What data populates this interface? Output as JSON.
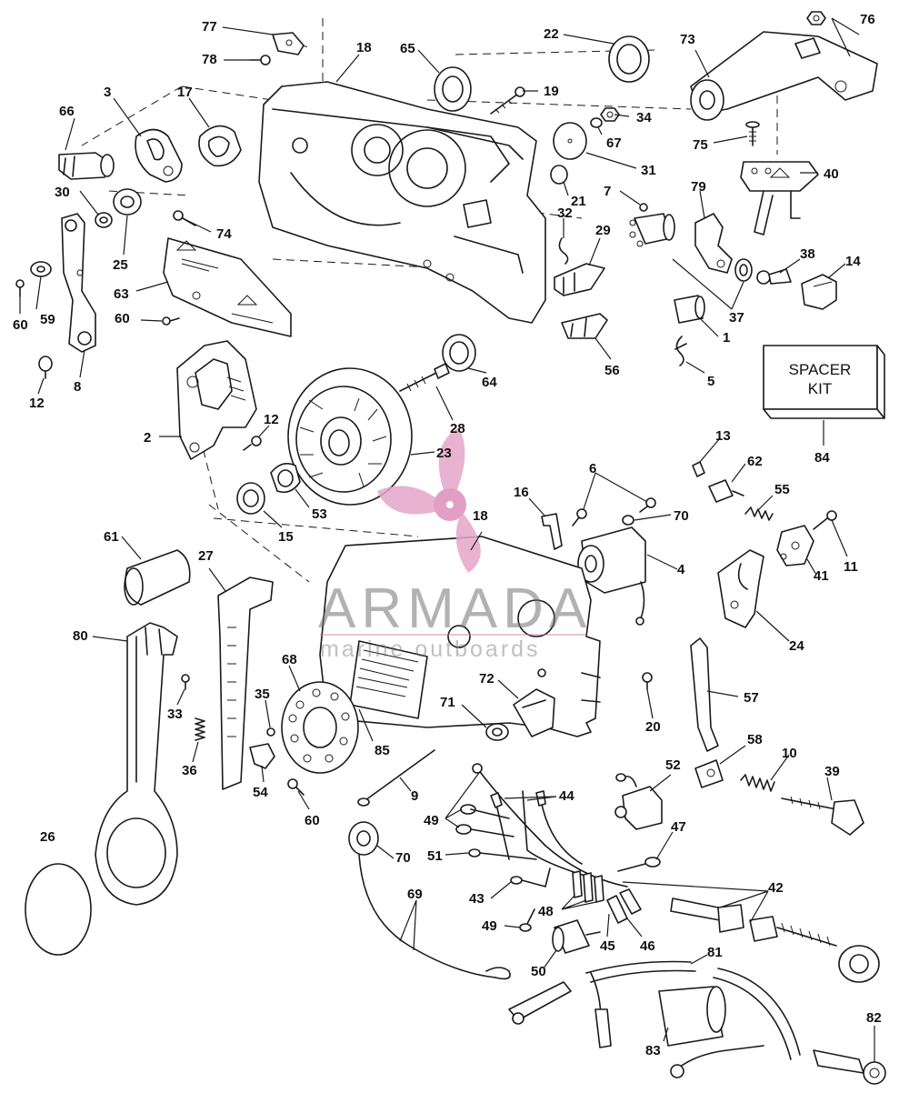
{
  "figure": {
    "callouts": [
      "77",
      "78",
      "18",
      "65",
      "22",
      "19",
      "73",
      "76",
      "66",
      "3",
      "17",
      "34",
      "67",
      "75",
      "30",
      "25",
      "74",
      "31",
      "21",
      "7",
      "79",
      "40",
      "63",
      "60",
      "59",
      "32",
      "29",
      "38",
      "14",
      "60",
      "8",
      "12",
      "37",
      "1",
      "56",
      "5",
      "64",
      "2",
      "12",
      "28",
      "23",
      "53",
      "15",
      "84",
      "13",
      "62",
      "55",
      "16",
      "6",
      "70",
      "11",
      "18",
      "4",
      "41",
      "24",
      "61",
      "27",
      "80",
      "68",
      "72",
      "71",
      "57",
      "35",
      "33",
      "20",
      "36",
      "54",
      "85",
      "58",
      "10",
      "39",
      "60",
      "9",
      "52",
      "44",
      "49",
      "47",
      "70",
      "51",
      "42",
      "43",
      "48",
      "26",
      "69",
      "49",
      "45",
      "46",
      "50",
      "81",
      "83",
      "82"
    ],
    "spacer_kit": {
      "line1": "SPACER",
      "line2": "KIT"
    }
  },
  "watermark": {
    "brand": "ARMADA",
    "tagline": "marine outboards"
  }
}
